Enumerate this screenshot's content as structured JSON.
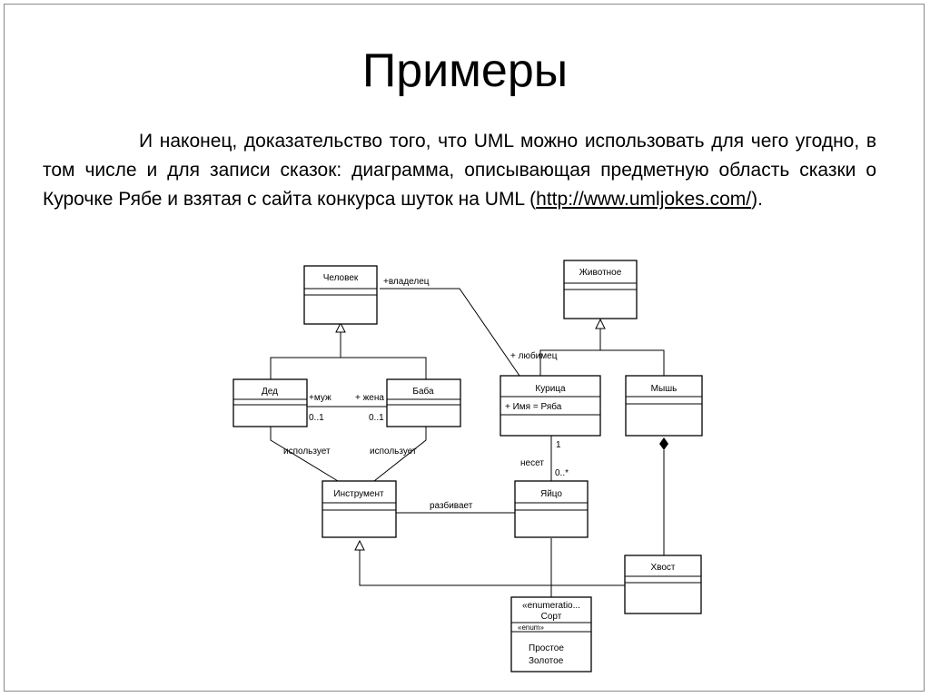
{
  "slide": {
    "title": "Примеры",
    "intro": "И наконец, доказательство того, что UML можно использовать для чего угодно, в том числе и для записи сказок: диаграмма, описывающая предметную область сказки о Курочке Рябе и взятая с сайта конкурса шуток на UML (",
    "link": "http://www.umljokes.com/",
    "outro": ")."
  },
  "diagram": {
    "classes": {
      "chelovek": "Человек",
      "zhivotnoe": "Животное",
      "ded": "Дед",
      "baba": "Баба",
      "kuritsa": "Курица",
      "kuritsa_attr": "+ Имя = Ряба",
      "mysh": "Мышь",
      "instrument": "Инструмент",
      "yaitso": "Яйцо",
      "khvost": "Хвост",
      "sort_stereotype": "«enumeratio...",
      "sort": "Сорт",
      "sort_enum": "«enum»",
      "sort_values": [
        "Простое",
        "Золотое"
      ]
    },
    "labels": {
      "vladelets": "+владелец",
      "lyubimets": "+ любимец",
      "muzh": "+муж",
      "zhena": "+ жена",
      "mult_ded": "0..1",
      "mult_baba": "0..1",
      "ispolzuet_1": "использует",
      "ispolzuet_2": "использует",
      "mult_kuritsa": "1",
      "neset": "несет",
      "mult_yaitso": "0..*",
      "razbivaet": "разбивает"
    }
  }
}
